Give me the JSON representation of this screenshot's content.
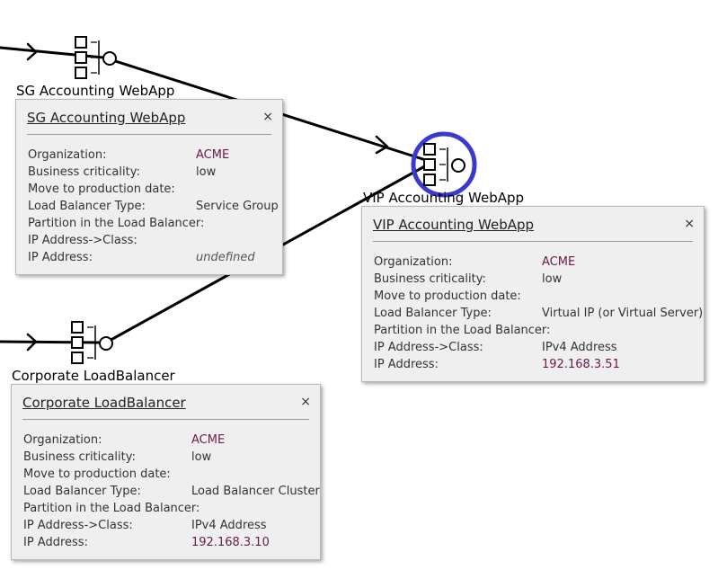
{
  "nodes": {
    "sg": {
      "label": "SG Accounting WebApp"
    },
    "vip": {
      "label": "VIP Accounting WebApp"
    },
    "lb": {
      "label": "Corporate LoadBalancer"
    }
  },
  "cards": {
    "sg": {
      "title": "SG Accounting WebApp",
      "close": "×",
      "rows": [
        {
          "key": "Organization:",
          "value": "ACME",
          "style": "link"
        },
        {
          "key": "Business criticality:",
          "value": "low",
          "style": "plain"
        },
        {
          "key": "Move to production date:",
          "value": "",
          "style": "plain"
        },
        {
          "key": "Load Balancer Type:",
          "value": "Service Group",
          "style": "plain"
        },
        {
          "key": "Partition in the Load Balancer:",
          "value": "",
          "style": "plain"
        },
        {
          "key": "IP Address->Class:",
          "value": "",
          "style": "plain"
        },
        {
          "key": "IP Address:",
          "value": "undefined",
          "style": "em"
        }
      ]
    },
    "vip": {
      "title": "VIP Accounting WebApp",
      "close": "×",
      "rows": [
        {
          "key": "Organization:",
          "value": "ACME",
          "style": "link"
        },
        {
          "key": "Business criticality:",
          "value": "low",
          "style": "plain"
        },
        {
          "key": "Move to production date:",
          "value": "",
          "style": "plain"
        },
        {
          "key": "Load Balancer Type:",
          "value": "Virtual IP (or Virtual Server)",
          "style": "plain"
        },
        {
          "key": "Partition in the Load Balancer:",
          "value": "",
          "style": "plain"
        },
        {
          "key": "IP Address->Class:",
          "value": "IPv4 Address",
          "style": "plain"
        },
        {
          "key": "IP Address:",
          "value": "192.168.3.51",
          "style": "link"
        }
      ]
    },
    "lb": {
      "title": "Corporate LoadBalancer",
      "close": "×",
      "rows": [
        {
          "key": "Organization:",
          "value": "ACME",
          "style": "link"
        },
        {
          "key": "Business criticality:",
          "value": "low",
          "style": "plain"
        },
        {
          "key": "Move to production date:",
          "value": "",
          "style": "plain"
        },
        {
          "key": "Load Balancer Type:",
          "value": "Load Balancer Cluster",
          "style": "plain"
        },
        {
          "key": "Partition in the Load Balancer:",
          "value": "",
          "style": "plain"
        },
        {
          "key": "IP Address->Class:",
          "value": "IPv4 Address",
          "style": "plain"
        },
        {
          "key": "IP Address:",
          "value": "192.168.3.10",
          "style": "link"
        }
      ]
    }
  },
  "colors": {
    "edge": "#000000",
    "highlight": "#3a3ad0",
    "link_value": "#6b1a4c"
  },
  "icons": {
    "node": "load-balancer-icon"
  }
}
